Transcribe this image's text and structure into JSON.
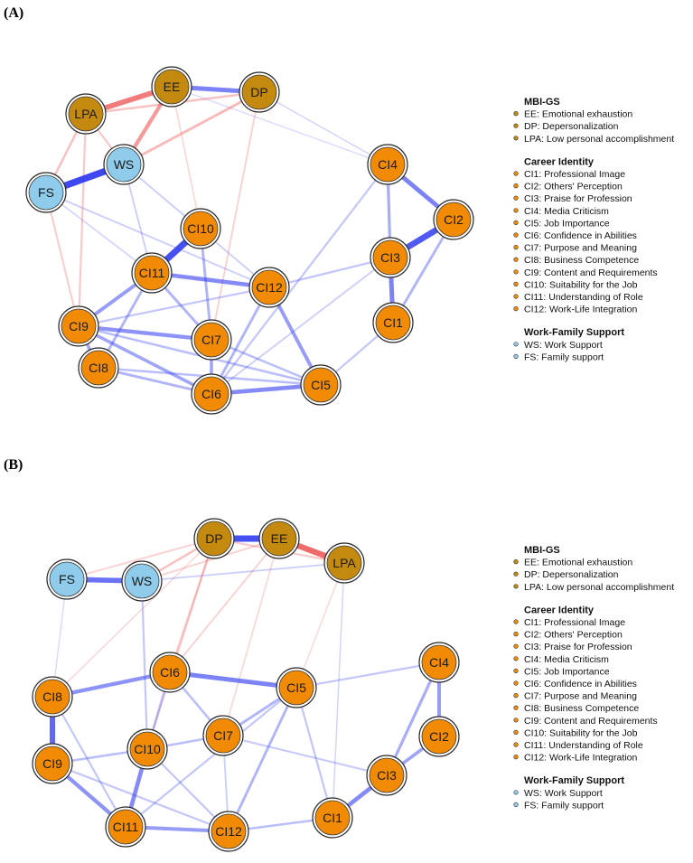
{
  "colors": {
    "mbi": "#c48a0f",
    "career": "#f18b05",
    "support": "#8fcbea",
    "positive_edge": "#2f3af0",
    "negative_edge": "#ec4646"
  },
  "panels": [
    {
      "label": "(A)",
      "nodes": [
        {
          "id": "EE",
          "label": "EE",
          "group": "mbi"
        },
        {
          "id": "DP",
          "label": "DP",
          "group": "mbi"
        },
        {
          "id": "LPA",
          "label": "LPA",
          "group": "mbi"
        },
        {
          "id": "WS",
          "label": "WS",
          "group": "support"
        },
        {
          "id": "FS",
          "label": "FS",
          "group": "support"
        },
        {
          "id": "CI1",
          "label": "CI1",
          "group": "career"
        },
        {
          "id": "CI2",
          "label": "CI2",
          "group": "career"
        },
        {
          "id": "CI3",
          "label": "CI3",
          "group": "career"
        },
        {
          "id": "CI4",
          "label": "CI4",
          "group": "career"
        },
        {
          "id": "CI5",
          "label": "CI5",
          "group": "career"
        },
        {
          "id": "CI6",
          "label": "CI6",
          "group": "career"
        },
        {
          "id": "CI7",
          "label": "CI7",
          "group": "career"
        },
        {
          "id": "CI8",
          "label": "CI8",
          "group": "career"
        },
        {
          "id": "CI9",
          "label": "CI9",
          "group": "career"
        },
        {
          "id": "CI10",
          "label": "CI10",
          "group": "career"
        },
        {
          "id": "CI11",
          "label": "CI11",
          "group": "career"
        },
        {
          "id": "CI12",
          "label": "CI12",
          "group": "career"
        }
      ],
      "edges": [
        {
          "from": "WS",
          "to": "FS",
          "sign": "positive",
          "strength": 0.95
        },
        {
          "from": "CI10",
          "to": "CI11",
          "sign": "positive",
          "strength": 0.9
        },
        {
          "from": "CI3",
          "to": "CI2",
          "sign": "positive",
          "strength": 0.85
        },
        {
          "from": "EE",
          "to": "DP",
          "sign": "positive",
          "strength": 0.6
        },
        {
          "from": "LPA",
          "to": "EE",
          "sign": "negative",
          "strength": 0.7
        },
        {
          "from": "EE",
          "to": "WS",
          "sign": "negative",
          "strength": 0.5
        },
        {
          "from": "CI4",
          "to": "CI2",
          "sign": "positive",
          "strength": 0.6
        },
        {
          "from": "CI3",
          "to": "CI1",
          "sign": "positive",
          "strength": 0.6
        },
        {
          "from": "CI11",
          "to": "CI12",
          "sign": "positive",
          "strength": 0.55
        },
        {
          "from": "CI6",
          "to": "CI5",
          "sign": "positive",
          "strength": 0.55
        },
        {
          "from": "CI9",
          "to": "CI7",
          "sign": "positive",
          "strength": 0.5
        },
        {
          "from": "CI9",
          "to": "CI11",
          "sign": "positive",
          "strength": 0.45
        },
        {
          "from": "CI8",
          "to": "CI9",
          "sign": "positive",
          "strength": 0.4
        },
        {
          "from": "CI12",
          "to": "CI5",
          "sign": "positive",
          "strength": 0.45
        },
        {
          "from": "CI6",
          "to": "CI7",
          "sign": "positive",
          "strength": 0.4
        },
        {
          "from": "CI9",
          "to": "CI6",
          "sign": "positive",
          "strength": 0.4
        },
        {
          "from": "CI4",
          "to": "CI3",
          "sign": "positive",
          "strength": 0.35
        },
        {
          "from": "CI2",
          "to": "CI1",
          "sign": "positive",
          "strength": 0.3
        },
        {
          "from": "CI11",
          "to": "CI7",
          "sign": "positive",
          "strength": 0.3
        },
        {
          "from": "CI10",
          "to": "CI7",
          "sign": "positive",
          "strength": 0.3
        },
        {
          "from": "CI8",
          "to": "CI6",
          "sign": "positive",
          "strength": 0.3
        },
        {
          "from": "CI8",
          "to": "CI5",
          "sign": "positive",
          "strength": 0.25
        },
        {
          "from": "CI12",
          "to": "CI6",
          "sign": "positive",
          "strength": 0.3
        },
        {
          "from": "CI9",
          "to": "CI5",
          "sign": "positive",
          "strength": 0.25
        },
        {
          "from": "CI7",
          "to": "CI5",
          "sign": "positive",
          "strength": 0.25
        },
        {
          "from": "CI11",
          "to": "CI8",
          "sign": "positive",
          "strength": 0.3
        },
        {
          "from": "CI12",
          "to": "CI9",
          "sign": "positive",
          "strength": 0.2
        },
        {
          "from": "CI3",
          "to": "CI12",
          "sign": "positive",
          "strength": 0.2
        },
        {
          "from": "CI1",
          "to": "CI5",
          "sign": "positive",
          "strength": 0.2
        },
        {
          "from": "CI4",
          "to": "CI6",
          "sign": "positive",
          "strength": 0.2
        },
        {
          "from": "CI3",
          "to": "CI6",
          "sign": "positive",
          "strength": 0.15
        },
        {
          "from": "WS",
          "to": "CI11",
          "sign": "positive",
          "strength": 0.15
        },
        {
          "from": "WS",
          "to": "CI12",
          "sign": "positive",
          "strength": 0.15
        },
        {
          "from": "FS",
          "to": "CI12",
          "sign": "positive",
          "strength": 0.15
        },
        {
          "from": "FS",
          "to": "CI11",
          "sign": "positive",
          "strength": 0.12
        },
        {
          "from": "DP",
          "to": "CI4",
          "sign": "positive",
          "strength": 0.1
        },
        {
          "from": "EE",
          "to": "CI4",
          "sign": "positive",
          "strength": 0.08
        },
        {
          "from": "LPA",
          "to": "CI9",
          "sign": "negative",
          "strength": 0.2
        },
        {
          "from": "FS",
          "to": "CI9",
          "sign": "negative",
          "strength": 0.18
        },
        {
          "from": "LPA",
          "to": "FS",
          "sign": "negative",
          "strength": 0.25
        },
        {
          "from": "DP",
          "to": "CI7",
          "sign": "negative",
          "strength": 0.15
        },
        {
          "from": "DP",
          "to": "WS",
          "sign": "negative",
          "strength": 0.3
        },
        {
          "from": "LPA",
          "to": "DP",
          "sign": "negative",
          "strength": 0.25
        },
        {
          "from": "LPA",
          "to": "WS",
          "sign": "negative",
          "strength": 0.2
        },
        {
          "from": "EE",
          "to": "CI10",
          "sign": "negative",
          "strength": 0.12
        }
      ]
    },
    {
      "label": "(B)",
      "nodes": [
        {
          "id": "DP",
          "label": "DP",
          "group": "mbi"
        },
        {
          "id": "EE",
          "label": "EE",
          "group": "mbi"
        },
        {
          "id": "LPA",
          "label": "LPA",
          "group": "mbi"
        },
        {
          "id": "FS",
          "label": "FS",
          "group": "support"
        },
        {
          "id": "WS",
          "label": "WS",
          "group": "support"
        },
        {
          "id": "CI1",
          "label": "CI1",
          "group": "career"
        },
        {
          "id": "CI2",
          "label": "CI2",
          "group": "career"
        },
        {
          "id": "CI3",
          "label": "CI3",
          "group": "career"
        },
        {
          "id": "CI4",
          "label": "CI4",
          "group": "career"
        },
        {
          "id": "CI5",
          "label": "CI5",
          "group": "career"
        },
        {
          "id": "CI6",
          "label": "CI6",
          "group": "career"
        },
        {
          "id": "CI7",
          "label": "CI7",
          "group": "career"
        },
        {
          "id": "CI8",
          "label": "CI8",
          "group": "career"
        },
        {
          "id": "CI9",
          "label": "CI9",
          "group": "career"
        },
        {
          "id": "CI10",
          "label": "CI10",
          "group": "career"
        },
        {
          "id": "CI11",
          "label": "CI11",
          "group": "career"
        },
        {
          "id": "CI12",
          "label": "CI12",
          "group": "career"
        }
      ],
      "edges": [
        {
          "from": "DP",
          "to": "EE",
          "sign": "positive",
          "strength": 0.9
        },
        {
          "from": "EE",
          "to": "LPA",
          "sign": "negative",
          "strength": 0.8
        },
        {
          "from": "FS",
          "to": "WS",
          "sign": "positive",
          "strength": 0.7
        },
        {
          "from": "CI8",
          "to": "CI9",
          "sign": "positive",
          "strength": 0.75
        },
        {
          "from": "CI6",
          "to": "CI5",
          "sign": "positive",
          "strength": 0.6
        },
        {
          "from": "CI8",
          "to": "CI6",
          "sign": "positive",
          "strength": 0.5
        },
        {
          "from": "CI10",
          "to": "CI11",
          "sign": "positive",
          "strength": 0.55
        },
        {
          "from": "CI9",
          "to": "CI11",
          "sign": "positive",
          "strength": 0.5
        },
        {
          "from": "CI11",
          "to": "CI12",
          "sign": "positive",
          "strength": 0.45
        },
        {
          "from": "CI3",
          "to": "CI1",
          "sign": "positive",
          "strength": 0.55
        },
        {
          "from": "CI4",
          "to": "CI2",
          "sign": "positive",
          "strength": 0.45
        },
        {
          "from": "CI2",
          "to": "CI3",
          "sign": "positive",
          "strength": 0.4
        },
        {
          "from": "CI4",
          "to": "CI3",
          "sign": "positive",
          "strength": 0.35
        },
        {
          "from": "CI5",
          "to": "CI7",
          "sign": "positive",
          "strength": 0.3
        },
        {
          "from": "CI5",
          "to": "CI12",
          "sign": "positive",
          "strength": 0.3
        },
        {
          "from": "CI10",
          "to": "CI7",
          "sign": "positive",
          "strength": 0.25
        },
        {
          "from": "CI6",
          "to": "CI7",
          "sign": "positive",
          "strength": 0.25
        },
        {
          "from": "CI6",
          "to": "CI10",
          "sign": "positive",
          "strength": 0.25
        },
        {
          "from": "CI9",
          "to": "CI10",
          "sign": "positive",
          "strength": 0.25
        },
        {
          "from": "CI12",
          "to": "CI1",
          "sign": "positive",
          "strength": 0.25
        },
        {
          "from": "CI8",
          "to": "CI11",
          "sign": "positive",
          "strength": 0.2
        },
        {
          "from": "CI5",
          "to": "CI4",
          "sign": "positive",
          "strength": 0.2
        },
        {
          "from": "CI7",
          "to": "CI3",
          "sign": "positive",
          "strength": 0.18
        },
        {
          "from": "CI9",
          "to": "CI12",
          "sign": "positive",
          "strength": 0.2
        },
        {
          "from": "CI10",
          "to": "CI12",
          "sign": "positive",
          "strength": 0.2
        },
        {
          "from": "CI5",
          "to": "CI1",
          "sign": "positive",
          "strength": 0.2
        },
        {
          "from": "CI5",
          "to": "CI11",
          "sign": "positive",
          "strength": 0.2
        },
        {
          "from": "CI7",
          "to": "CI12",
          "sign": "positive",
          "strength": 0.15
        },
        {
          "from": "WS",
          "to": "CI10",
          "sign": "positive",
          "strength": 0.2
        },
        {
          "from": "WS",
          "to": "LPA",
          "sign": "positive",
          "strength": 0.15
        },
        {
          "from": "FS",
          "to": "CI8",
          "sign": "positive",
          "strength": 0.08
        },
        {
          "from": "FS",
          "to": "DP",
          "sign": "negative",
          "strength": 0.15
        },
        {
          "from": "WS",
          "to": "DP",
          "sign": "negative",
          "strength": 0.25
        },
        {
          "from": "WS",
          "to": "EE",
          "sign": "negative",
          "strength": 0.15
        },
        {
          "from": "DP",
          "to": "LPA",
          "sign": "negative",
          "strength": 0.2
        },
        {
          "from": "DP",
          "to": "CI6",
          "sign": "negative",
          "strength": 0.2
        },
        {
          "from": "DP",
          "to": "CI10",
          "sign": "negative",
          "strength": 0.15
        },
        {
          "from": "EE",
          "to": "CI6",
          "sign": "negative",
          "strength": 0.15
        },
        {
          "from": "EE",
          "to": "CI7",
          "sign": "negative",
          "strength": 0.12
        },
        {
          "from": "LPA",
          "to": "CI5",
          "sign": "negative",
          "strength": 0.1
        },
        {
          "from": "DP",
          "to": "CI8",
          "sign": "negative",
          "strength": 0.1
        },
        {
          "from": "LPA",
          "to": "CI1",
          "sign": "positive",
          "strength": 0.1
        }
      ]
    }
  ],
  "legend": {
    "groups": [
      {
        "title": "MBI-GS",
        "group": "mbi",
        "items": [
          "EE: Emotional exhaustion",
          "DP: Depersonalization",
          "LPA: Low personal accomplishment"
        ]
      },
      {
        "title": "Career Identity",
        "group": "career",
        "items": [
          "CI1: Professional Image",
          "CI2: Others' Perception",
          "CI3: Praise for Profession",
          "CI4: Media Criticism",
          "CI5: Job Importance",
          "CI6: Confidence in Abilities",
          "CI7: Purpose and Meaning",
          "CI8: Business Competence",
          "CI9: Content and Requirements",
          "CI10: Suitability for the Job",
          "CI11: Understanding of Role",
          "CI12: Work-Life Integration"
        ]
      },
      {
        "title": "Work-Family Support",
        "group": "support",
        "items": [
          "WS: Work Support",
          "FS: Family support"
        ]
      }
    ]
  }
}
